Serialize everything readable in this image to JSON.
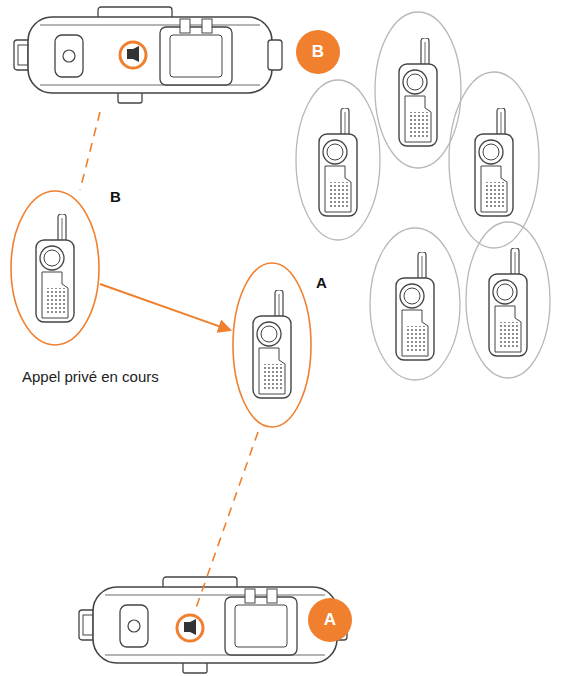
{
  "diagram": {
    "nodes": [
      {
        "text": [
          "B"
        ]
      },
      {
        "text": [
          "B"
        ]
      },
      {
        "text": [
          "A"
        ]
      },
      {
        "text": [
          "A"
        ]
      }
    ],
    "edges": [
      {
        "from": 1,
        "to": 2,
        "arrow": "to"
      }
    ],
    "labels": [
      "Appel privé en cours"
    ]
  }
}
